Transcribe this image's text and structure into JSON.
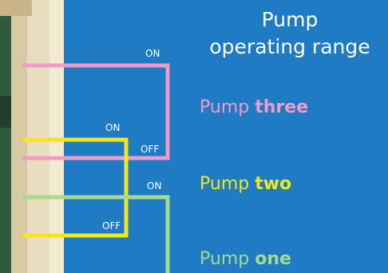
{
  "title": {
    "line1": "Pump",
    "line2": "operating range"
  },
  "pumps": [
    {
      "prefix": "Pump",
      "number": "three",
      "color": "#f29bc7"
    },
    {
      "prefix": "Pump",
      "number": "two",
      "color": "#f3e61c"
    },
    {
      "prefix": "Pump",
      "number": "one",
      "color": "#a8d98f"
    }
  ],
  "switch_labels": {
    "pump3_on": "ON",
    "pump3_off": "OFF",
    "pump2_on": "ON",
    "pump2_off": "OFF",
    "pump1_on": "ON"
  },
  "colors": {
    "background": "#1e7bc4",
    "text": "#ffffff"
  }
}
